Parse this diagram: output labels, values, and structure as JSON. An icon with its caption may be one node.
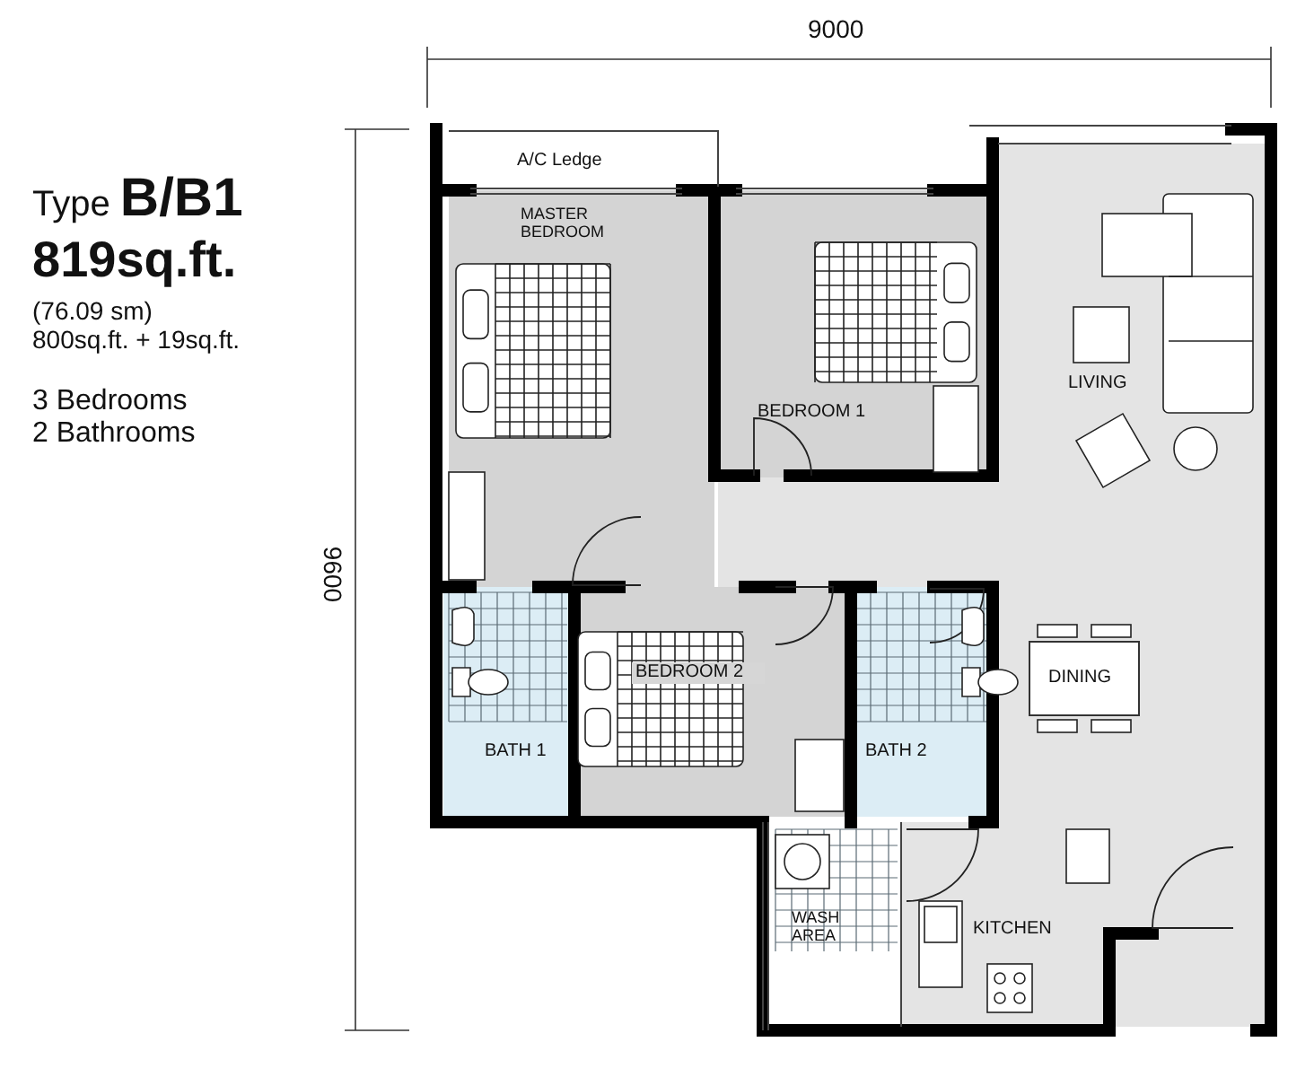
{
  "diagram": {
    "nodes": [
      {
        "text": [
          "A/C Ledge"
        ]
      },
      {
        "text": [
          "MASTER BEDROOM"
        ]
      },
      {
        "text": [
          "BEDROOM 1"
        ]
      },
      {
        "text": [
          "LIVING"
        ]
      },
      {
        "text": [
          "BATH 1"
        ]
      },
      {
        "text": [
          "BEDROOM 2"
        ]
      },
      {
        "text": [
          "BATH 2"
        ]
      },
      {
        "text": [
          "DINING"
        ],
        "in": 3
      },
      {
        "text": [
          "WASH AREA"
        ]
      },
      {
        "text": [
          "KITCHEN"
        ]
      }
    ],
    "labels": [
      "Type **B/B1**",
      "819sq.ft.",
      "(76.09 sm)",
      "800sq.ft. + 19sq.ft.",
      "3 Bedrooms",
      "2 Bathrooms",
      "9000",
      "9600"
    ]
  }
}
